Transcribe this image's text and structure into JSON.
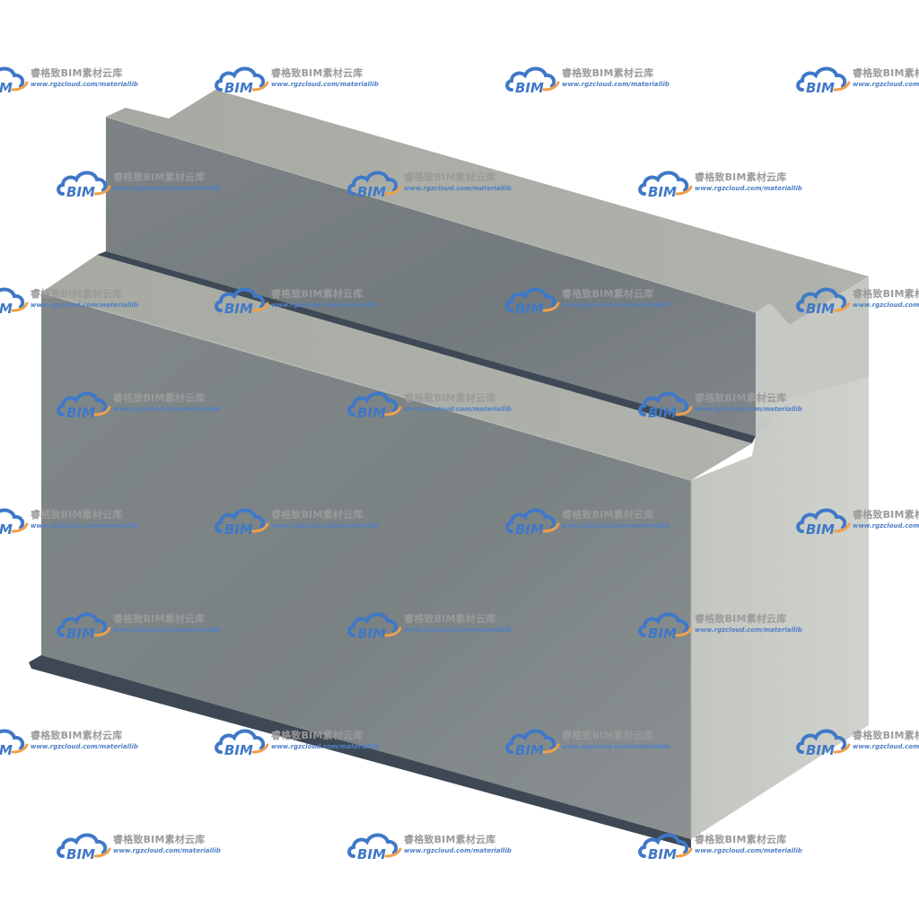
{
  "watermark": {
    "title": "睿格致BIM素材云库",
    "url": "www.rgzcloud.com/materiallib",
    "logo_text": "BIM",
    "logo_icon": "cloud-logo-icon",
    "colors": {
      "logo_blue": "#3f78c8",
      "logo_orange": "#f0a04a",
      "title_gray": "#9a9a9a",
      "url_blue": "#4f7fc6"
    }
  },
  "model": {
    "colors": {
      "front_face": "#7e8587",
      "front_face_light": "#8a9092",
      "top_face": "#a9ada5",
      "side_face": "#c8cbc5",
      "back_face": "#7a8083",
      "groove": "#3d4753",
      "background": "#ffffff"
    }
  }
}
